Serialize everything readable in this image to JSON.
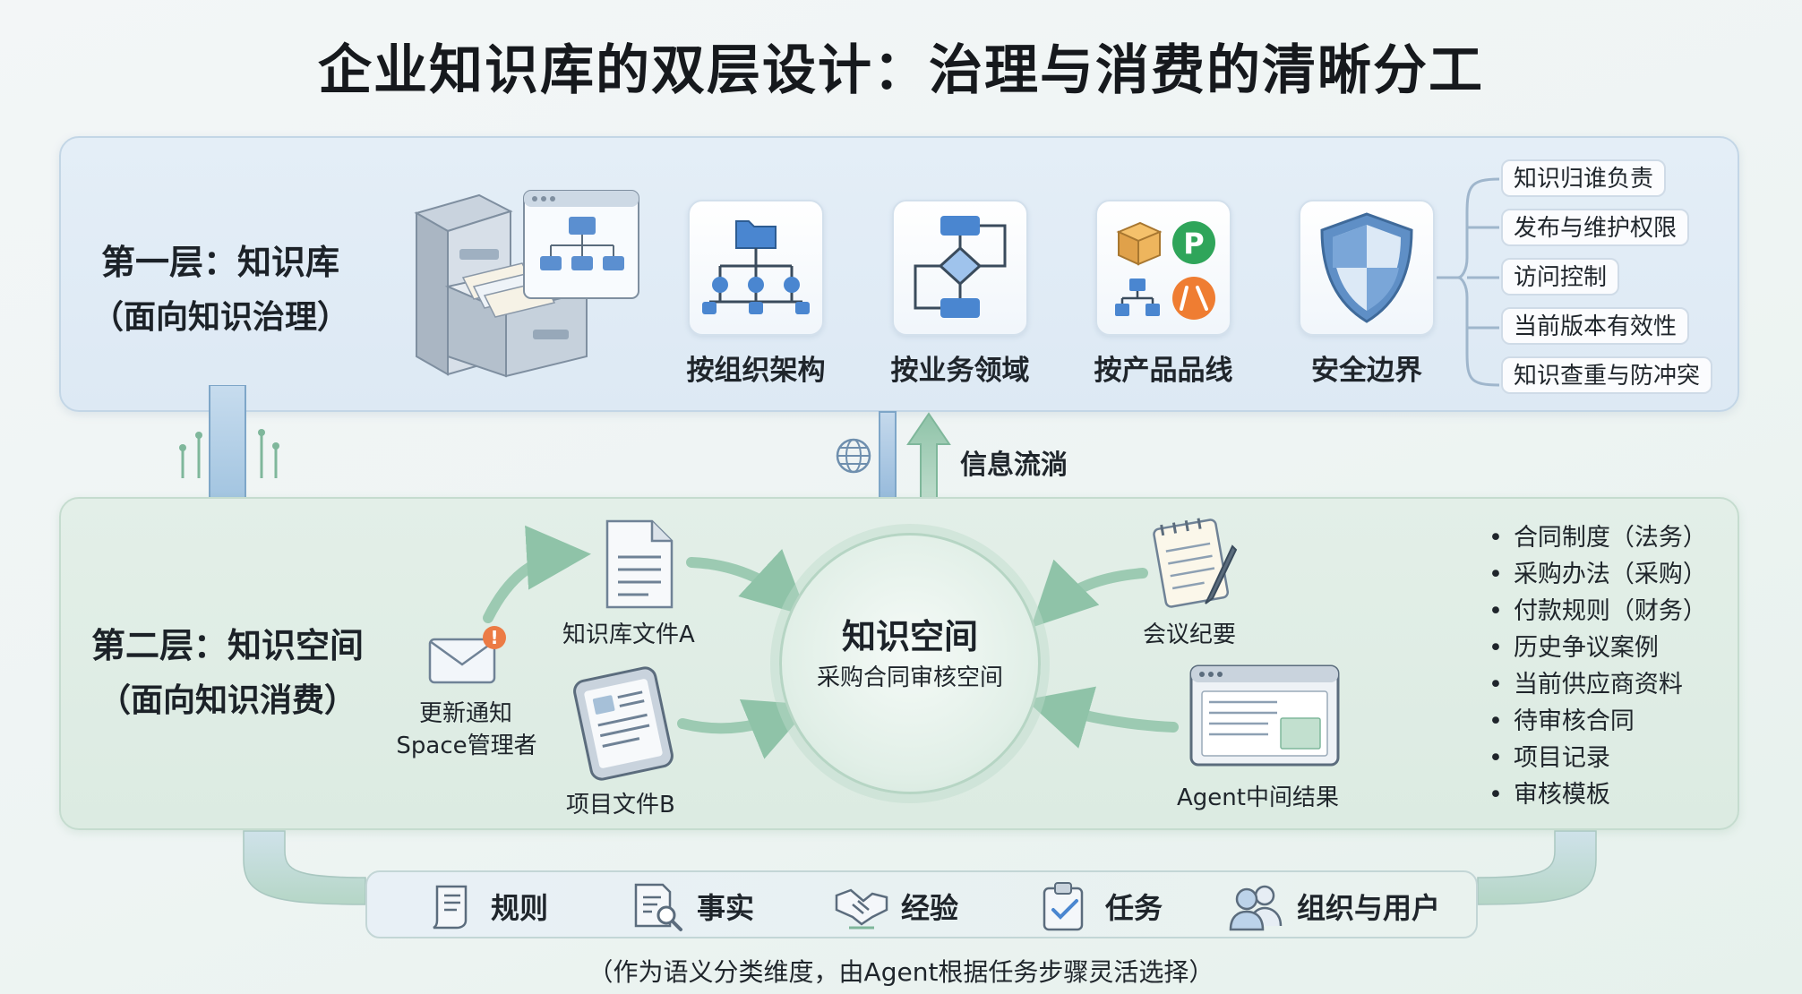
{
  "title": "企业知识库的双层设计：治理与消费的清晰分工",
  "layer1": {
    "name": "第一层：知识库",
    "subtitle": "（面向知识治理）",
    "categories": [
      {
        "label": "按组织架构",
        "icon": "org-tree-icon"
      },
      {
        "label": "按业务领域",
        "icon": "flowchart-icon"
      },
      {
        "label": "按产品品线",
        "icon": "product-line-icon"
      },
      {
        "label": "安全边界",
        "icon": "shield-icon"
      }
    ],
    "governance": [
      "知识归谁负责",
      "发布与维护权限",
      "访问控制",
      "当前版本有效性",
      "知识查重与防冲突"
    ]
  },
  "flow_label": "信息流淌",
  "layer2": {
    "name": "第二层：知识空间",
    "subtitle": "（面向知识消费）",
    "center_title": "知识空间",
    "center_subtitle": "采购合同审核空间",
    "notify": {
      "line1": "更新通知",
      "line2": "Space管理者"
    },
    "inputs": [
      "知识库文件A",
      "项目文件B",
      "会议纪要",
      "Agent中间结果"
    ],
    "contents": [
      "合同制度（法务）",
      "采购办法（采购）",
      "付款规则（财务）",
      "历史争议案例",
      "当前供应商资料",
      "待审核合同",
      "项目记录",
      "审核模板"
    ]
  },
  "dimensions": [
    {
      "label": "规则",
      "icon": "scroll-icon"
    },
    {
      "label": "事实",
      "icon": "document-search-icon"
    },
    {
      "label": "经验",
      "icon": "handshake-icon"
    },
    {
      "label": "任务",
      "icon": "clipboard-check-icon"
    },
    {
      "label": "组织与用户",
      "icon": "users-icon"
    }
  ],
  "caption": "（作为语义分类维度，由Agent根据任务步骤灵活选择）",
  "colors": {
    "layer1": "#dde9f4",
    "layer2": "#dcebe2",
    "accent_blue": "#4f86c6",
    "accent_green": "#7fb79b"
  }
}
